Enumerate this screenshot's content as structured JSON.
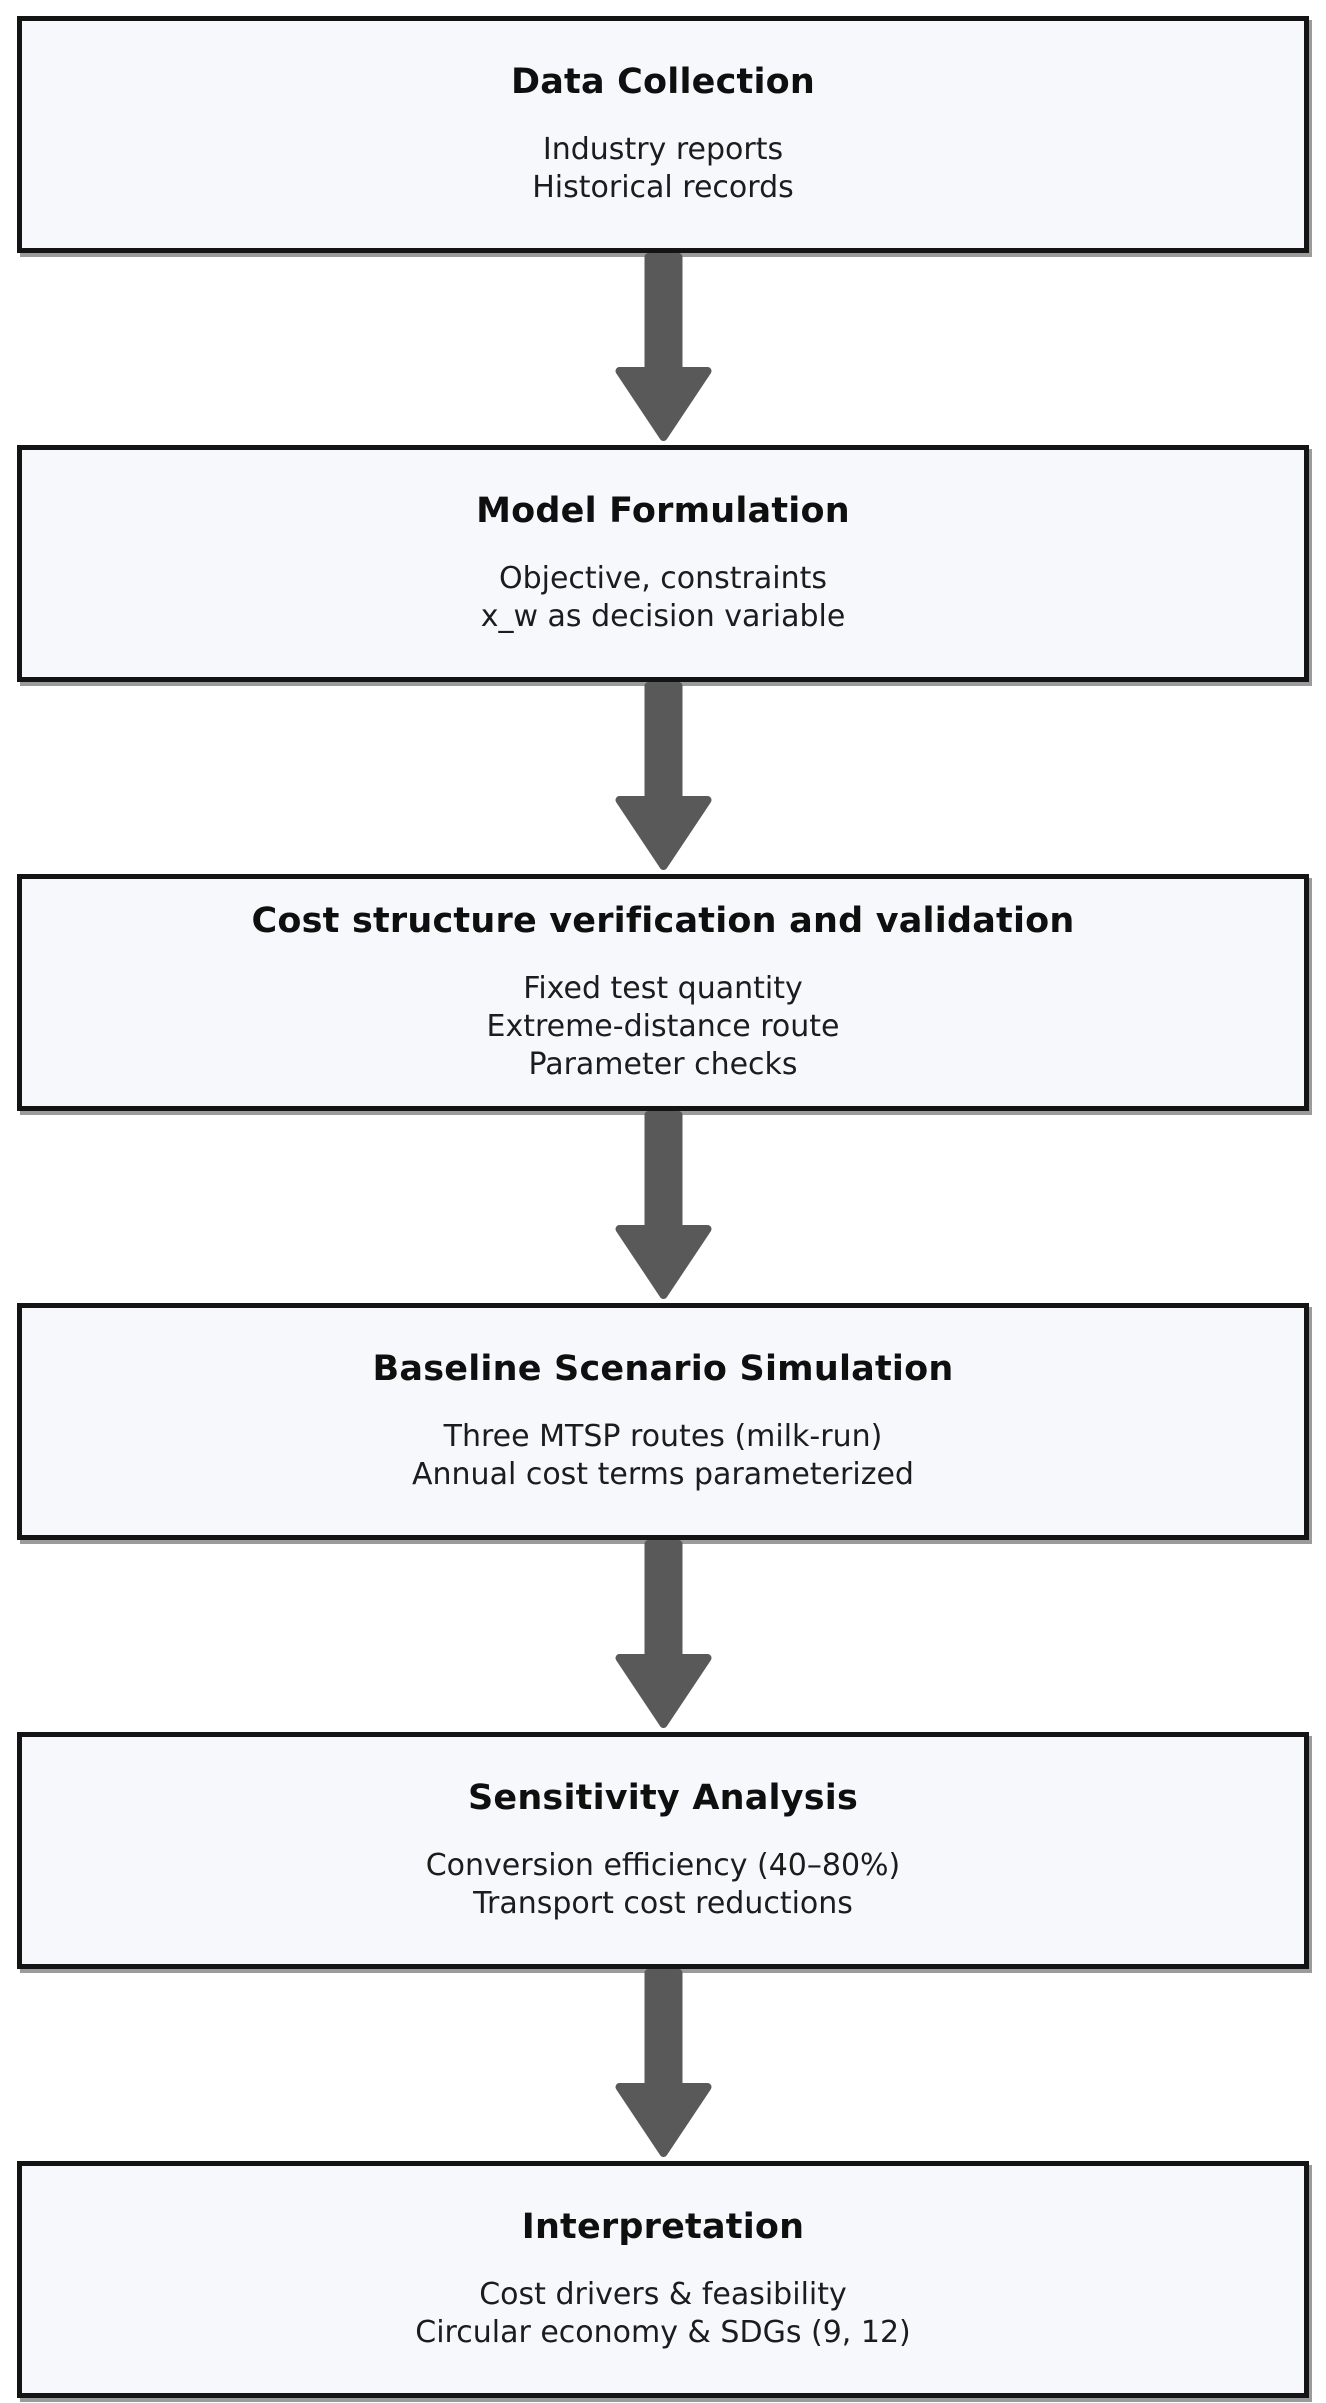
{
  "diagram": {
    "type": "flowchart",
    "direction": "top-down",
    "connector": "down-arrow",
    "colors": {
      "page_bg": "#ffffff",
      "box_fill": "#f6f8fb",
      "box_border": "#141414",
      "box_shadow": "#9b9b9b",
      "arrow": "#595959",
      "text": "#1c1c1c"
    },
    "steps": [
      {
        "title": "Data Collection",
        "lines": [
          "Industry reports",
          "Historical records"
        ]
      },
      {
        "title": "Model Formulation",
        "lines": [
          "Objective, constraints",
          "x_w as decision variable"
        ]
      },
      {
        "title": "Cost structure verification and validation",
        "lines": [
          "Fixed test quantity",
          "Extreme-distance route",
          "Parameter checks"
        ]
      },
      {
        "title": "Baseline Scenario Simulation",
        "lines": [
          "Three MTSP routes (milk-run)",
          "Annual cost terms parameterized"
        ]
      },
      {
        "title": "Sensitivity Analysis",
        "lines": [
          "Conversion efficiency (40–80%)",
          "Transport cost reductions"
        ]
      },
      {
        "title": "Interpretation",
        "lines": [
          "Cost drivers & feasibility",
          "Circular economy & SDGs (9, 12)"
        ]
      }
    ]
  }
}
